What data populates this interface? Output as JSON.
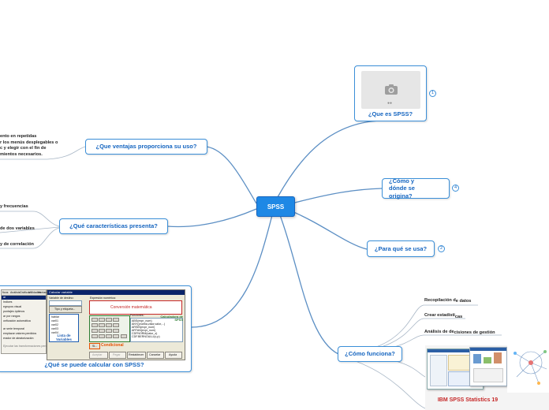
{
  "central": {
    "label": "SPSS"
  },
  "right_topics": {
    "que_es": {
      "label": "¿Que es SPSS?",
      "badge": "1",
      "image_icon": "camera-icon"
    },
    "como_donde": {
      "label": "¿Cómo y dónde se origina?",
      "badge": "4"
    },
    "para_que": {
      "label": "¿Para qué se usa?",
      "badge": "2"
    },
    "como_funciona": {
      "label": "¿Cómo funciona?",
      "subtopics": [
        {
          "prefix": "Recopilación d",
          "suffix": "e datos"
        },
        {
          "prefix": "Crear estadísti",
          "suffix": "cas"
        },
        {
          "prefix": "Análisis de de",
          "suffix": "cisiones de gestión"
        }
      ],
      "image_caption": "IBM SPSS Statistics 19"
    }
  },
  "left_topics": {
    "ventajas": {
      "label": "¿Que ventajas proporciona su uso?",
      "note_lines": [
        "ento en repetidas",
        "r los menús desplegables o",
        "c y elegir con el fin de",
        "mientos necesarios."
      ]
    },
    "caracteristicas": {
      "label": "¿Qué características presenta?",
      "leaves": [
        "y frecuencias",
        "de dos variables",
        "y de correlación"
      ]
    },
    "calculadora": {
      "caption": "¿Qué se puede calcular con SPSS?",
      "window_title": "Calcular variable",
      "target_label": "Variable de destino:",
      "expr_label": "Expresión numérica:",
      "conversion_label": "Conversión matemática",
      "type_button": "Tipo y etiqueta...",
      "var_list_label": "Lista de Variables",
      "functions_label": "Funciones:",
      "calculator_label": "Calculadora de SPSS",
      "conditional_button": "Si...",
      "conditional_label": "Condicional",
      "buttons": [
        "Aceptar",
        "Pegar",
        "Restablecer",
        "Cancelar",
        "Ayuda"
      ],
      "variables": [
        "hablar",
        "var01",
        "var02",
        "var03",
        "var04"
      ],
      "functions": [
        "ABS(expr_num)",
        "ANY(prueba,valor,valor,...)",
        "ARSIN(expr_num)",
        "ARTAN(expr_num)",
        "CDFNORM(valor_z)",
        "CDF.BERNOULLI(c,p)"
      ],
      "menu": [
        "ficos",
        "Análisis",
        "Gráficos",
        "Utilidades",
        "Ventana"
      ],
      "menu_items": [
        "ar",
        "Indices",
        "egrupos visual",
        "puntajes óptimos",
        "ar por rangos",
        "onficación automática",
        "ar serie temporal",
        "emplazar valores perdidos",
        "erador de aleatorización"
      ],
      "menu_footer": "Ejecutar las transformaciones pendientes"
    }
  },
  "colors": {
    "line": "#5c8fc4",
    "node_border": "#3b8fd8",
    "node_text": "#1565c0",
    "central_fill": "#1e88e5",
    "caption_red": "#c62828"
  }
}
